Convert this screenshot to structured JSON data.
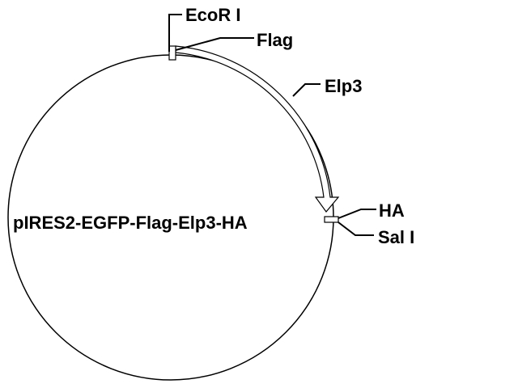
{
  "plasmid": {
    "name": "pIRES2-EGFP-Flag-Elp3-HA"
  },
  "features": {
    "ecor1": {
      "label": "EcoR I"
    },
    "flag": {
      "label": "Flag"
    },
    "elp3": {
      "label": "Elp3"
    },
    "ha": {
      "label": "HA"
    },
    "sal1": {
      "label": "Sal I"
    }
  },
  "colors": {
    "line": "#000000",
    "background": "#ffffff"
  }
}
